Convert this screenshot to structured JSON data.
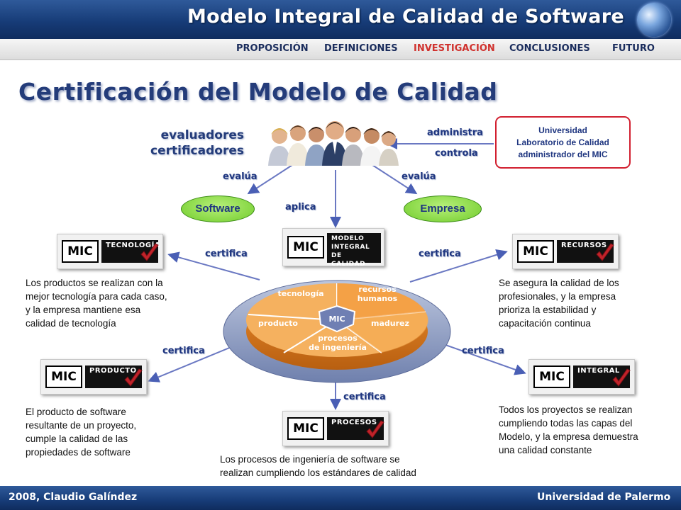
{
  "header": {
    "title": "Modelo Integral de Calidad de Software"
  },
  "nav": {
    "items": [
      "PROPOSICIÓN",
      "DEFINICIONES",
      "INVESTIGACIÓN",
      "CONCLUSIONES",
      "FUTURO"
    ],
    "active": "INVESTIGACIÓN"
  },
  "page_title": "Certificación del Modelo de Calidad",
  "people_label": [
    "evaluadores",
    "certificadores"
  ],
  "edges": {
    "administra": "administra",
    "controla": "controla",
    "evalua_left": "evalúa",
    "evalua_right": "evalúa",
    "aplica": "aplica",
    "certifica_tl": "certifica",
    "certifica_tr": "certifica",
    "certifica_bl": "certifica",
    "certifica_br": "certifica",
    "certifica_bottom": "certifica"
  },
  "university": {
    "lines": [
      "Universidad",
      "Laboratorio de Calidad",
      "administrador del  MIC"
    ]
  },
  "ovals": {
    "software": "Software",
    "empresa": "Empresa"
  },
  "badges": {
    "center": {
      "mic": "MIC",
      "lines": [
        "MODELO",
        "INTEGRAL",
        "DE CALIDAD"
      ]
    },
    "tecnologia": {
      "mic": "MIC",
      "label": "TECNOLOGÍA"
    },
    "recursos": {
      "mic": "MIC",
      "label": "RECURSOS"
    },
    "producto": {
      "mic": "MIC",
      "label": "PRODUCTO"
    },
    "integral": {
      "mic": "MIC",
      "label": "INTEGRAL"
    },
    "procesos": {
      "mic": "MIC",
      "label": "PROCESOS"
    }
  },
  "pie": {
    "center": "MIC",
    "segments": {
      "tecnologia": "tecnología",
      "recursos": [
        "recursos",
        "humanos"
      ],
      "madurez": "madurez",
      "procesos": [
        "procesos",
        "de ingeniería"
      ],
      "producto": "producto"
    }
  },
  "descriptions": {
    "tecnologia": [
      "Los productos se realizan con la",
      "mejor tecnología para cada caso,",
      "y la empresa mantiene esa",
      "calidad de tecnología"
    ],
    "recursos": [
      "Se asegura la calidad de los",
      "profesionales, y la empresa",
      "prioriza la estabilidad y",
      "capacitación continua"
    ],
    "producto": [
      "El producto de software",
      "resultante de un proyecto,",
      "cumple la calidad de las",
      "propiedades de software"
    ],
    "integral": [
      "Todos los proyectos se realizan",
      "cumpliendo todas las  capas del",
      "Modelo, y la empresa demuestra",
      "una calidad constante"
    ],
    "procesos": [
      "Los procesos de ingeniería de software se",
      "realizan cumpliendo los estándares de calidad"
    ]
  },
  "footer": {
    "left": "2008, Claudio Galíndez",
    "right": "Universidad de Palermo"
  }
}
